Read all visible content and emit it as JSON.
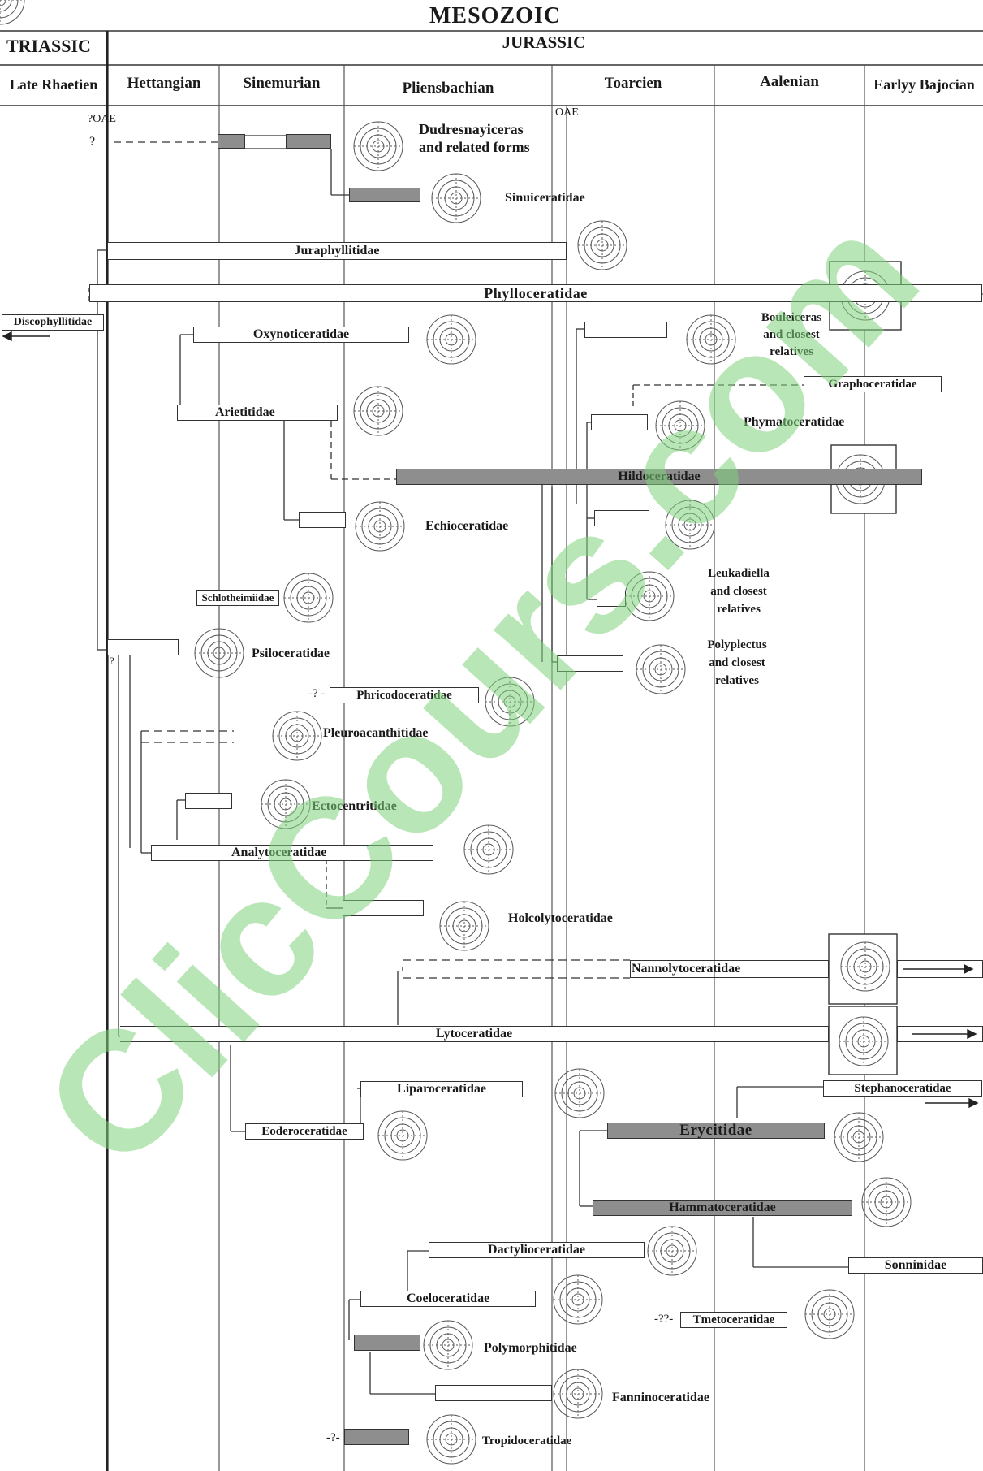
{
  "header": {
    "era": "MESOZOIC",
    "period_left": "TRIASSIC",
    "period_right": "JURASSIC"
  },
  "stages": [
    "Late Rhaetien",
    "Hettangian",
    "Sinemurian",
    "Pliensbachian",
    "Toarcien",
    "Aalenian",
    "Earlyy Bajocian"
  ],
  "events": {
    "oae_left": "?OAE",
    "oae_right": "OAE",
    "q": "?",
    "q_dash": "-? -",
    "q_dash2": "-?-",
    "q_double": "-??-"
  },
  "families": {
    "dudresnayiceras": "Dudresnayiceras and related forms",
    "dudres_l1": "Dudresnayiceras",
    "dudres_l2": "and related forms",
    "sinuiceratidae": "Sinuiceratidae",
    "juraphyllitidae": "Juraphyllitidae",
    "phylloceratidae": "Phylloceratidae",
    "discophyllitidae": "Discophyllitidae",
    "oxynoticeratidae": "Oxynoticeratidae",
    "bouleiceras_l1": "Bouleiceras",
    "bouleiceras_l2": "and closest",
    "bouleiceras_l3": "relatives",
    "graphoceratidae": "Graphoceratidae",
    "arietitidae": "Arietitidae",
    "phymatoceratidae": "Phymatoceratidae",
    "hildoceratidae": "Hildoceratidae",
    "echioceratidae": "Echioceratidae",
    "schlotheimiidae": "Schlotheimiidae",
    "leukadiella_l1": "Leukadiella",
    "leukadiella_l2": "and closest",
    "leukadiella_l3": "relatives",
    "psiloceratidae": "Psiloceratidae",
    "polyplectus_l1": "Polyplectus",
    "polyplectus_l2": "and closest",
    "polyplectus_l3": "relatives",
    "phricodoceratidae": "Phricodoceratidae",
    "pleuroacanthitidae": "Pleuroacanthitidae",
    "ectocentritidae": "Ectocentritidae",
    "analytoceratidae": "Analytoceratidae",
    "holcolytoceratidae": "Holcolytoceratidae",
    "nannolytoceratidae": "Nannolytoceratidae",
    "lytoceratidae": "Lytoceratidae",
    "liparoceratidae": "Liparoceratidae",
    "stephanoceratidae": "Stephanoceratidae",
    "eoderoceratidae": "Eoderoceratidae",
    "erycitidae": "Erycitidae",
    "hammatoceratidae": "Hammatoceratidae",
    "dactylioceratidae": "Dactylioceratidae",
    "sonninidae": "Sonninidae",
    "coeloceratidae": "Coeloceratidae",
    "tmetoceratidae": "Tmetoceratidae",
    "polymorphitidae": "Polymorphitidae",
    "fanninoceratidae": "Fanninoceratidae",
    "tropidoceratidae": "Tropidoceratidae"
  },
  "watermark": "ClicCours.com",
  "colors": {
    "dark_bar": "#8e8e8e",
    "watermark": "#7fd17a"
  }
}
